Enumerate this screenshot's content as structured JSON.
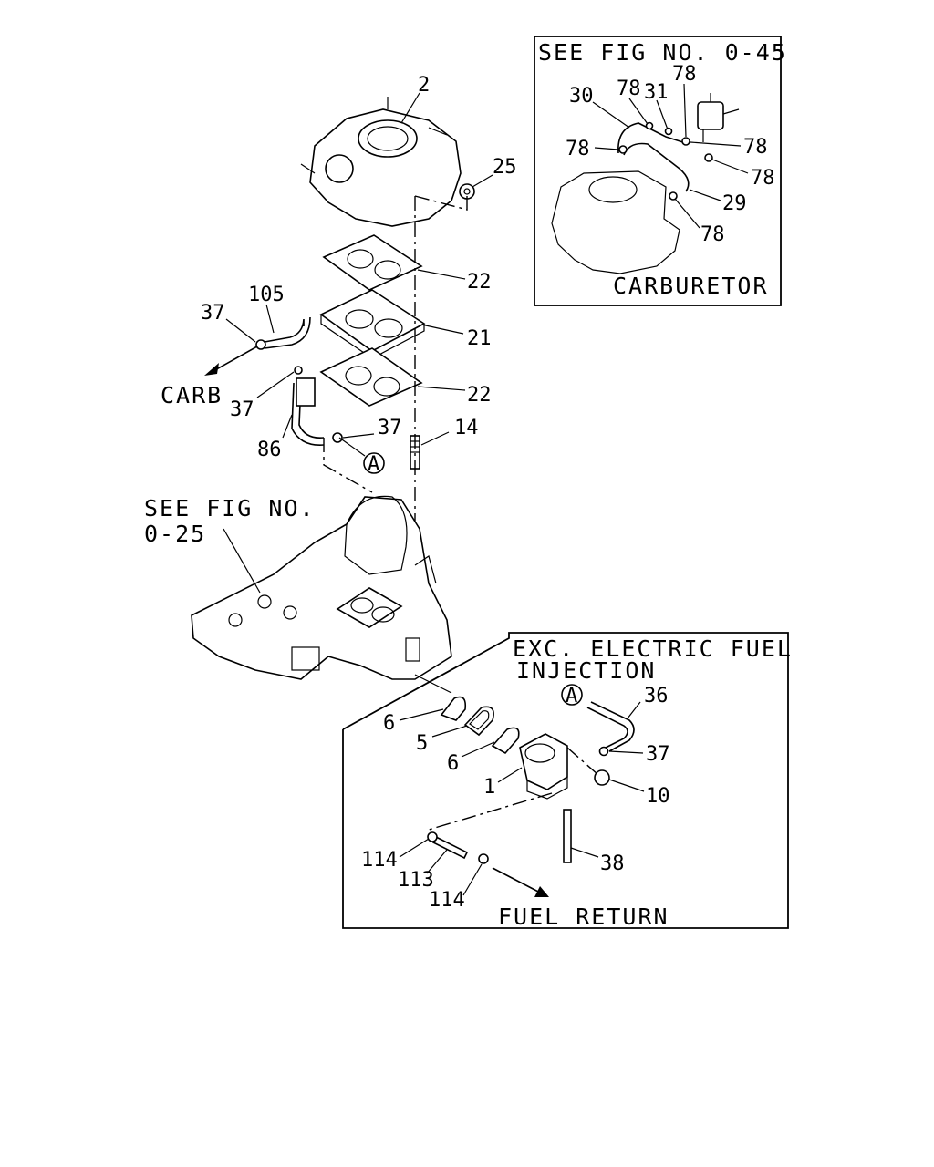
{
  "inset_top": {
    "title": "SEE FIG NO. 0-45",
    "caption": "CARBURETOR",
    "callouts": [
      "30",
      "78",
      "31",
      "78",
      "78",
      "78",
      "78",
      "29",
      "78"
    ]
  },
  "inset_bottom": {
    "title_line1": "EXC. ELECTRIC FUEL",
    "title_line2": "INJECTION",
    "caption": "FUEL RETURN",
    "callouts": [
      "36",
      "37",
      "10",
      "38",
      "6",
      "5",
      "6",
      "1",
      "114",
      "113",
      "114"
    ],
    "ref_marker": "A"
  },
  "main": {
    "see_fig_line1": "SEE FIG NO.",
    "see_fig_line2": "0-25",
    "carb_arrow": "CARB",
    "ref_marker": "A",
    "callouts": [
      "2",
      "25",
      "22",
      "21",
      "22",
      "105",
      "37",
      "37",
      "37",
      "86",
      "14"
    ]
  }
}
